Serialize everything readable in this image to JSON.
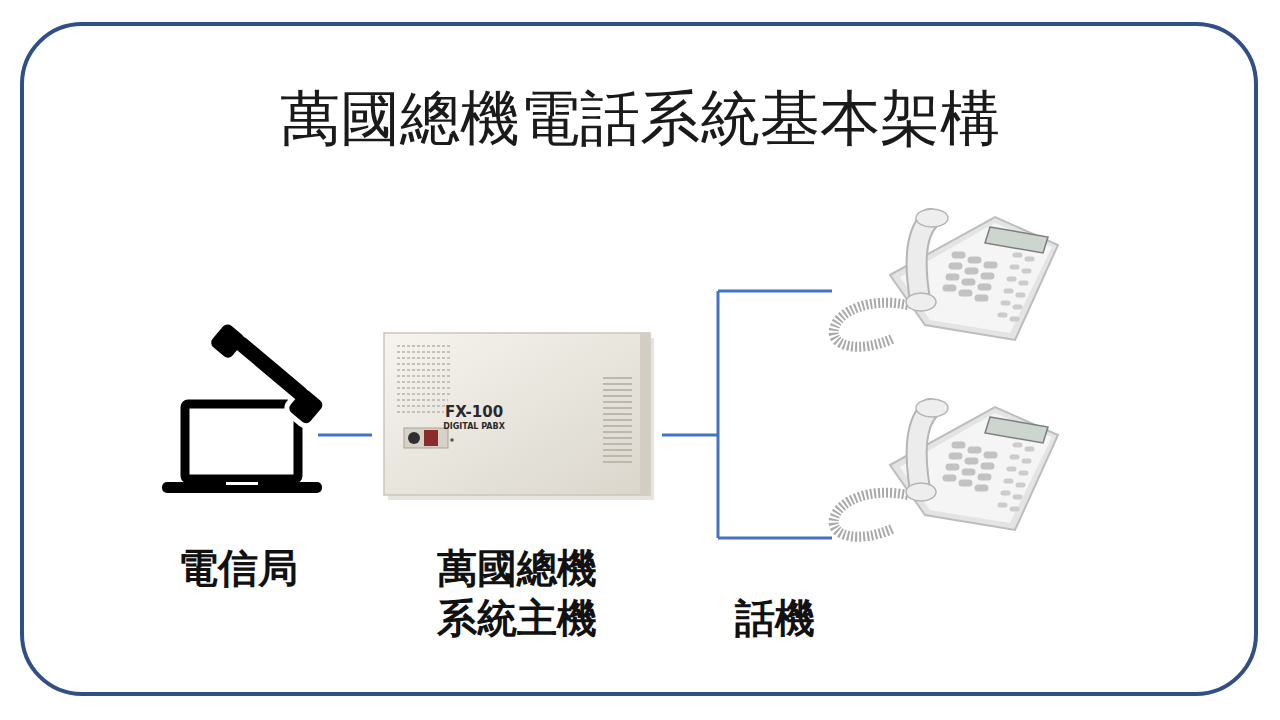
{
  "diagram": {
    "title": "萬國總機電話系統基本架構",
    "nodes": [
      {
        "text": [
          "電信局"
        ]
      },
      {
        "text": [
          "萬國總機 系統主機"
        ]
      },
      {
        "text": [
          "話機"
        ]
      }
    ],
    "edges": [
      {
        "from": 0,
        "to": 1,
        "arrow": "none"
      },
      {
        "from": 1,
        "to": 2,
        "arrow": "none"
      }
    ],
    "labels": [
      "FX-100",
      "DIGITAL PABX"
    ]
  }
}
